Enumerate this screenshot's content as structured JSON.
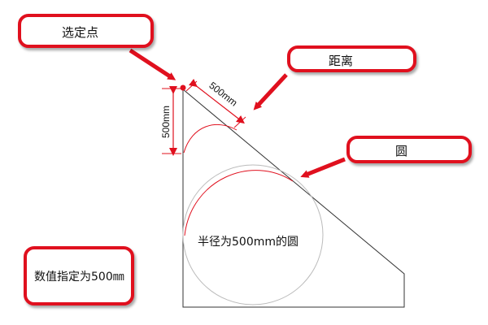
{
  "callouts": {
    "select_point": "选定点",
    "distance": "距离",
    "circle": "圆",
    "value_spec": "数值指定为500㎜"
  },
  "dimensions": {
    "vertical": "500mm",
    "diagonal": "500mm"
  },
  "circle_label": "半径为500mm的圆",
  "colors": {
    "accent": "#e0101e",
    "outline": "#333333",
    "circle_gray": "#bbbbbb"
  }
}
